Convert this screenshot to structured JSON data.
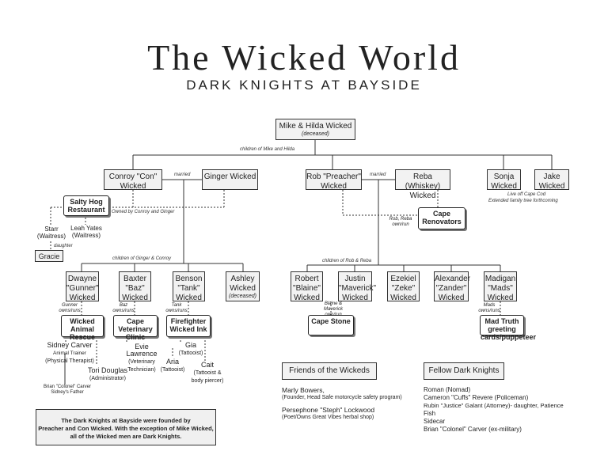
{
  "title": "The Wicked World",
  "subtitle": "DARK KNIGHTS AT BAYSIDE",
  "root": {
    "name": "Mike & Hilda Wicked",
    "note": "(deceased)"
  },
  "children_label": "children of Mike and Hilda",
  "gen2": {
    "conroy": "Conroy \"Con\" Wicked",
    "ginger": "Ginger Wicked",
    "married1": "married",
    "rob": "Rob \"Preacher\" Wicked",
    "reba": "Reba (Whiskey) Wicked",
    "married2": "married",
    "sonja": "Sonja Wicked",
    "jake": "Jake Wicked",
    "cape_cod_note1": "Live off Cape Cod",
    "cape_cod_note2": "Extended family tree forthcoming"
  },
  "salty_hog": {
    "name": "Salty Hog Restaurant",
    "owned": "Owned by Conroy and Ginger"
  },
  "starr": {
    "name": "Starr",
    "role": "(Waitress)"
  },
  "leah": {
    "name": "Leah Yates",
    "role": "(Waitress)"
  },
  "daughter_label": "daughter",
  "gracie": "Gracie",
  "cape_renovators": {
    "name": "Cape Renovators",
    "owned1": "Rob, Reba",
    "owned2": "own/run"
  },
  "children_gc": "children of Ginger & Conroy",
  "children_rr": "children of Rob & Reba",
  "gc_kids": [
    {
      "name": "Dwayne \"Gunner\" Wicked",
      "note": ""
    },
    {
      "name": "Baxter \"Baz\" Wicked",
      "note": ""
    },
    {
      "name": "Benson \"Tank\" Wicked",
      "note": ""
    },
    {
      "name": "Ashley Wicked",
      "note": "(deceased)"
    }
  ],
  "rr_kids": [
    {
      "name": "Robert \"Blaine\" Wicked"
    },
    {
      "name": "Justin \"Maverick\" Wicked"
    },
    {
      "name": "Ezekiel \"Zeke\" Wicked"
    },
    {
      "name": "Alexander \"Zander\" Wicked"
    },
    {
      "name": "Madigan \"Mads\" Wicked"
    }
  ],
  "businesses": {
    "gunner_owns": "Gunner owns/runs",
    "wicked_animal": "Wicked Animal Rescue",
    "baz_owns": "Baz owns/runs",
    "cape_vet": "Cape Veterinary Clinic",
    "tank_owns": "Tank owns/runs",
    "firefighter": "Firefighter Wicked Ink",
    "blaine_owns": "Blaine & Maverick own/run",
    "cape_stone": "Cape Stone",
    "mads_owns": "Mads owns/runs",
    "mad_truth": "Mad Truth greeting cards/puppeteer"
  },
  "people": {
    "sidney": "Sidney Carver",
    "sidney_role1": "Animal Trainer",
    "sidney_role2": "(Physical Therapist)",
    "brian_small1": "Brian \"Colonel\" Carver",
    "brian_small2": "Sidney's Father",
    "tori": "Tori Douglas",
    "tori_role": "(Administrator)",
    "evie": "Evie Lawrence",
    "evie_role1": "(Veterinary",
    "evie_role2": "Technician)",
    "gia": "Gia",
    "gia_role": "(Tattooist)",
    "aria": "Aria",
    "aria_role": "(Tattooist)",
    "cait": "Cait",
    "cait_role1": "(Tattooist &",
    "cait_role2": "body piercer)"
  },
  "callout": [
    "The Dark Knights at Bayside were founded by",
    "Preacher and Con Wicked. With the exception of Mike Wicked,",
    "all of the Wicked men are Dark Knights."
  ],
  "friends": {
    "header": "Friends of the Wickeds",
    "lines": [
      "Marly Bowers,",
      "(Founder, Head Safe motorcycle safety program)",
      "Persephone \"Steph\" Lockwood",
      "(Poet/Owns Great Vibes herbal shop)"
    ]
  },
  "fellow": {
    "header": "Fellow Dark Knights",
    "lines": [
      "Roman (Nomad)",
      "Cameron \"Cuffs\" Revere (Policeman)",
      "Rubin \"Justice\" Galant (Attorney)- daughter, Patience",
      "Fish",
      "Sidecar",
      "Brian \"Colonel\" Carver (ex-military)"
    ]
  }
}
